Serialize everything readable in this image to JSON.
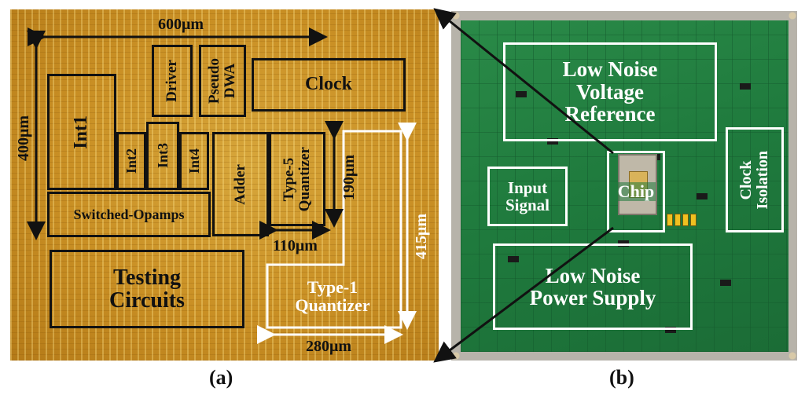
{
  "panel_a": {
    "caption": "(a)",
    "dims": {
      "width_top": "600μm",
      "height_left": "400μm",
      "quantizer_height": "190μm",
      "quantizer_width": "110μm",
      "total_height": "415μm",
      "total_width": "280μm"
    },
    "blocks": {
      "driver": "Driver",
      "pseudo_dwa_1": "Pseudo",
      "pseudo_dwa_2": "DWA",
      "clock": "Clock",
      "int1": "Int1",
      "int2": "Int2",
      "int3": "Int3",
      "int4": "Int4",
      "adder": "Adder",
      "type5_1": "Type-5",
      "type5_2": "Quantizer",
      "switched_opamps": "Switched-Opamps",
      "testing_1": "Testing",
      "testing_2": "Circuits",
      "type1_1": "Type-1",
      "type1_2": "Quantizer"
    }
  },
  "panel_b": {
    "caption": "(b)",
    "blocks": {
      "vref_1": "Low Noise",
      "vref_2": "Voltage",
      "vref_3": "Reference",
      "input_1": "Input",
      "input_2": "Signal",
      "chip": "Chip",
      "clock_iso_1": "Clock",
      "clock_iso_2": "Isolation",
      "power_1": "Low Noise",
      "power_2": "Power Supply"
    }
  },
  "colors": {
    "die_gold": "#c98f24",
    "pcb_green": "#1f7a3d",
    "label_dark": "#111111",
    "label_white": "#ffffff"
  }
}
